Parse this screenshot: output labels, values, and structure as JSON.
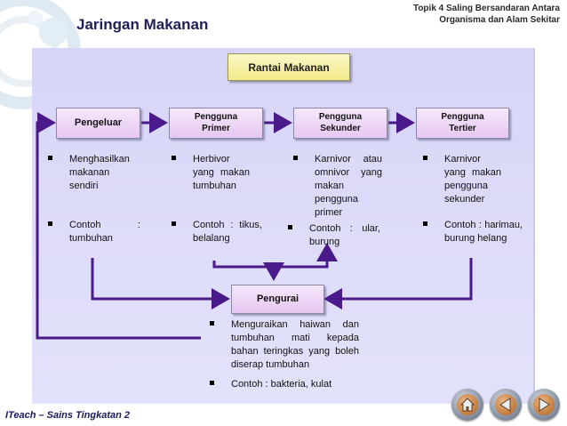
{
  "header": {
    "title": "Jaringan Makanan",
    "topic_line1": "Topik 4 Saling Bersandaran Antara",
    "topic_line2": "Organisma dan Alam Sekitar"
  },
  "diagram": {
    "main_title": "Rantai Makanan",
    "levels": [
      {
        "name": "Pengeluar",
        "bullets": [
          "Menghasilkan makanan sendiri",
          "Contoh : tumbuhan"
        ]
      },
      {
        "name_line1": "Pengguna",
        "name_line2": "Primer",
        "bullets": [
          "Herbivor yang makan tumbuhan",
          "Contoh : tikus, belalang"
        ]
      },
      {
        "name_line1": "Pengguna",
        "name_line2": "Sekunder",
        "bullets": [
          "Karnivor atau omnivor yang makan pengguna primer",
          "Contoh : ular, burung"
        ]
      },
      {
        "name_line1": "Pengguna",
        "name_line2": "Tertier",
        "bullets": [
          "Karnivor yang makan pengguna sekunder",
          "Contoh : harimau, burung helang"
        ]
      }
    ],
    "decomposer": {
      "name": "Pengurai",
      "bullets": [
        "Menguraikan haiwan dan tumbuhan mati kepada bahan teringkas yang boleh diserap tumbuhan",
        "Contoh : bakteria, kulat"
      ]
    },
    "colors": {
      "arrow": "#4b1a8a",
      "panel": "#dcdaf8",
      "box": "#ecd3f5",
      "title_box": "#f6eea8"
    }
  },
  "footer": {
    "text": "ITeach – Sains Tingkatan 2"
  },
  "navigation": [
    {
      "icon": "home-icon"
    },
    {
      "icon": "back-arrow-icon"
    },
    {
      "icon": "forward-arrow-icon"
    }
  ]
}
